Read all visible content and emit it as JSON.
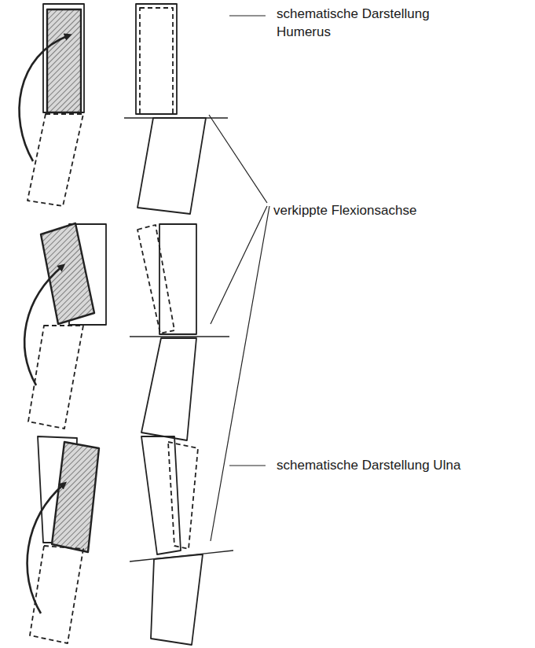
{
  "diagram": {
    "labels": [
      "schematische Darstellung Humerus",
      "verkippte Flexionsachse",
      "schematische Darstellung Ulna"
    ]
  }
}
